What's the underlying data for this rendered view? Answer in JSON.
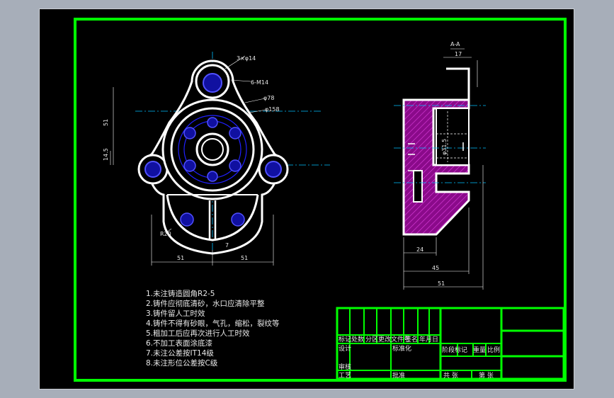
{
  "drawing": {
    "section_label": "A-A",
    "front_view_dims": {
      "holes_3": "3×φ14",
      "holes_6": "6-M14",
      "dia_78": "φ78",
      "dia_158": "φ158",
      "h_51": "51",
      "h_14_5": "14.5",
      "r_20": "R20",
      "w_51_left": "51",
      "w_51_right": "51",
      "slot_7": "7"
    },
    "section_view_dims": {
      "top_17": "17",
      "side_dim": "φ31.5",
      "bottom_24": "24",
      "bottom_total": "45",
      "bottom_51": "51"
    },
    "notes": [
      "1.未注铸造圆角R2-5",
      "2.铸件应彻底清砂，水口应清除平整",
      "3.铸件留人工时效",
      "4.铸件不得有砂眼，气孔，缩松，裂纹等",
      "5.粗加工后应再次进行人工时效",
      "6.不加工表面涂底漆",
      "7.未注公差按IT14级",
      "8.未注形位公差按C级"
    ],
    "title_block": {
      "row1": [
        "标记",
        "处数",
        "分区",
        "更改文件号",
        "签名",
        "年月日"
      ],
      "row2": [
        "设计",
        "",
        "",
        "标准化"
      ],
      "stage_labels": [
        "阶段标记",
        "重量",
        "比例"
      ],
      "review": "审核",
      "process": "工艺",
      "approve": "批准",
      "sheets": "共 张",
      "sheet_no": "第 张"
    }
  },
  "colors": {
    "frame": "#00ff00",
    "outline": "#ffffff",
    "hatch": "#c000c0",
    "hole_fill": "#0000ff",
    "center_line": "#00c0ff",
    "text": "#e8e8e8"
  }
}
